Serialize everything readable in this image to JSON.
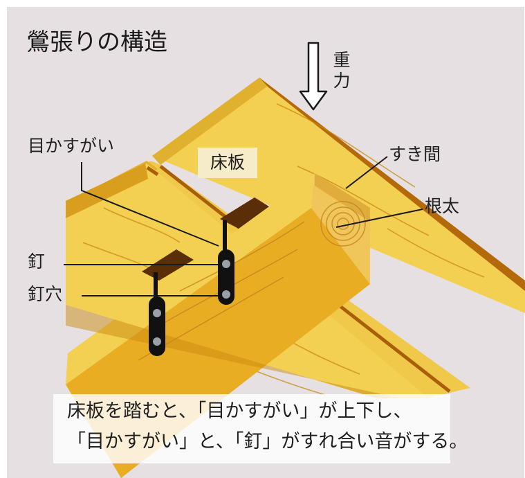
{
  "diagram": {
    "title": "鶯張りの構造",
    "gravity_label": "重力",
    "floorboard_label": "床板",
    "labels": {
      "mekasugai": "目かすがい",
      "sukima": "すき間",
      "neda": "根太",
      "kugi": "釘",
      "kugiana": "釘穴"
    },
    "caption": {
      "line1": "床板を踏むと、「目かすがい」が上下し、",
      "line2": "「目かすがい」と、「釘」がすれ合い音がする。"
    },
    "colors": {
      "background": "#e6e0e3",
      "wood_light": "#f3cf52",
      "wood_dark": "#c98a10",
      "wood_edge": "#a85f08",
      "slot": "#5a2e06",
      "clamp": "#111111",
      "nail": "#9aa0a8"
    }
  }
}
